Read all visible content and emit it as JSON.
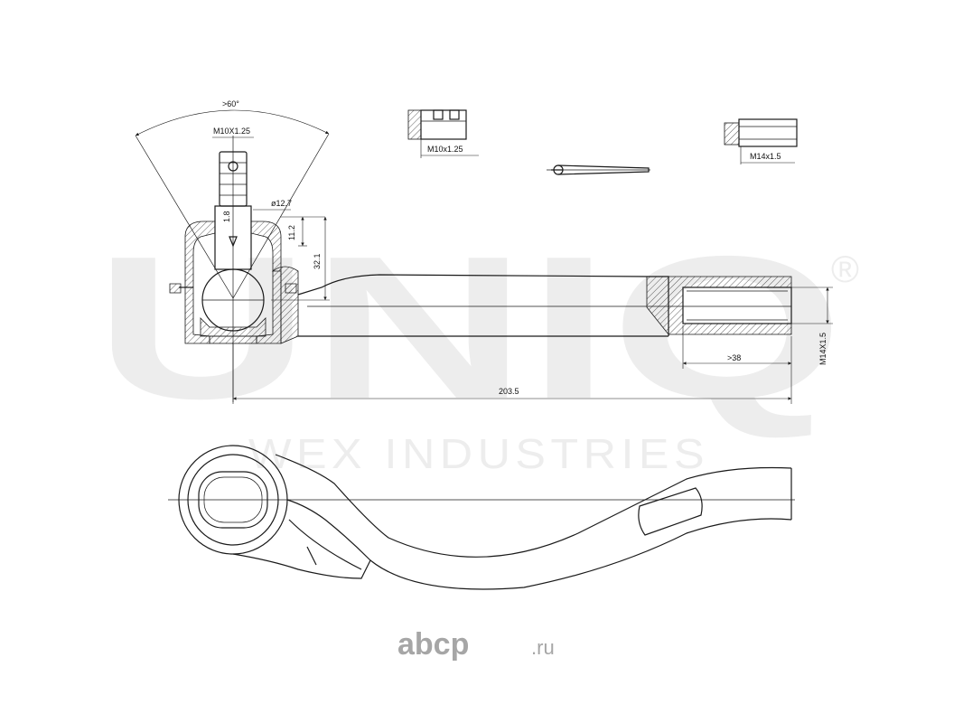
{
  "watermark": {
    "brand": "UNIQ",
    "registered": "®",
    "company": "WEX INDUSTRIES"
  },
  "site_logo": {
    "main": "abcp",
    "suffix": ".ru"
  },
  "dimensions": {
    "angle": ">60°",
    "stud_thread": "M10X1.25",
    "diameter": "ø12.7",
    "d_1_8": "1.8",
    "d_11_2": "11.2",
    "d_32_1": "32.1",
    "nut_thread": "M10x1.25",
    "lock_nut_thread": "M14x1.5",
    "thread_length": ">38",
    "inner_thread": "M14X1.5",
    "total_length": "203.5"
  }
}
